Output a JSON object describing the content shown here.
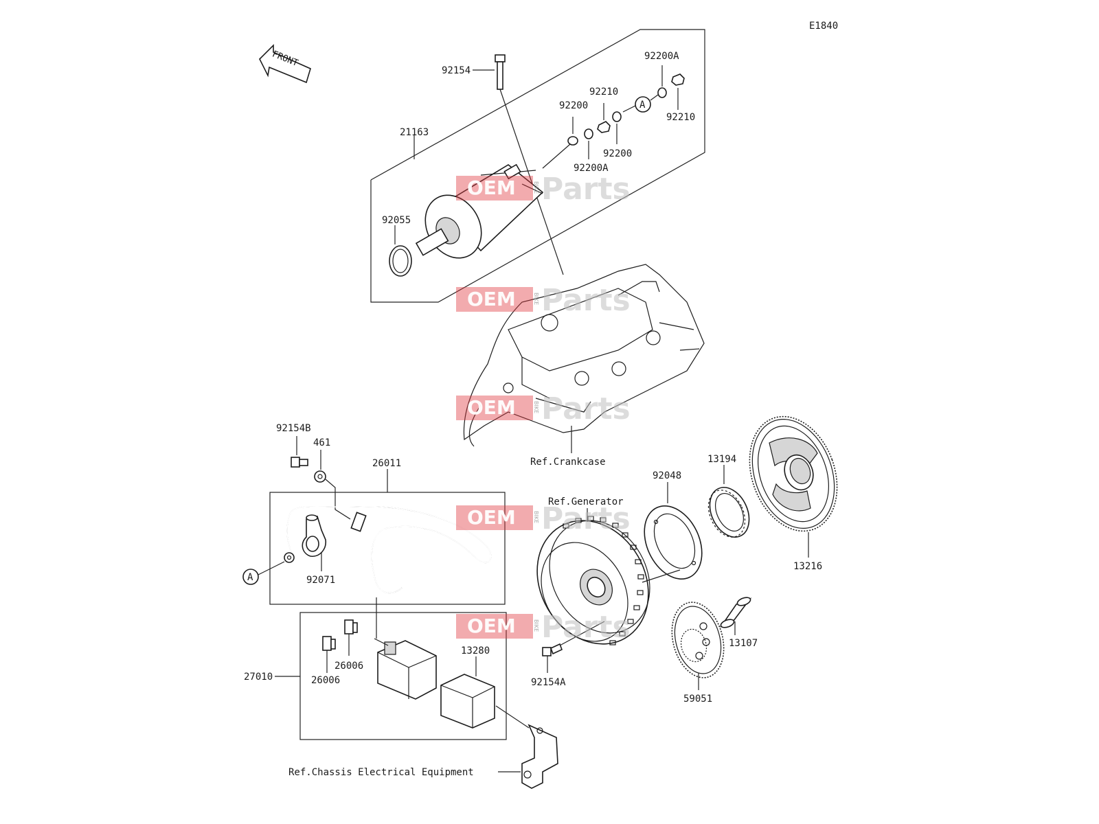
{
  "diagram_code": "E1840",
  "front_arrow_text": "FRONT",
  "watermark": {
    "oem": "OEM",
    "bike": "BIKE",
    "parts_brand": "Parts"
  },
  "labels": {
    "p92154": "92154",
    "p21163": "21163",
    "p92055": "92055",
    "p92200_top": "92200",
    "p92210_top": "92210",
    "p92200A_top": "92200A",
    "p92210_right": "92210",
    "p92200_mid": "92200",
    "p92200A_mid": "92200A",
    "callout_a": "A",
    "ref_crankcase": "Ref.Crankcase",
    "p92154B": "92154B",
    "p461": "461",
    "p26011": "26011",
    "p92071": "92071",
    "callout_a2": "A",
    "ref_generator": "Ref.Generator",
    "p92048": "92048",
    "p13194": "13194",
    "p13216": "13216",
    "p13107": "13107",
    "p59051": "59051",
    "p92154A": "92154A",
    "p13280": "13280",
    "p26006_a": "26006",
    "p26006_b": "26006",
    "p27010": "27010",
    "ref_chassis": "Ref.Chassis Electrical Equipment"
  }
}
